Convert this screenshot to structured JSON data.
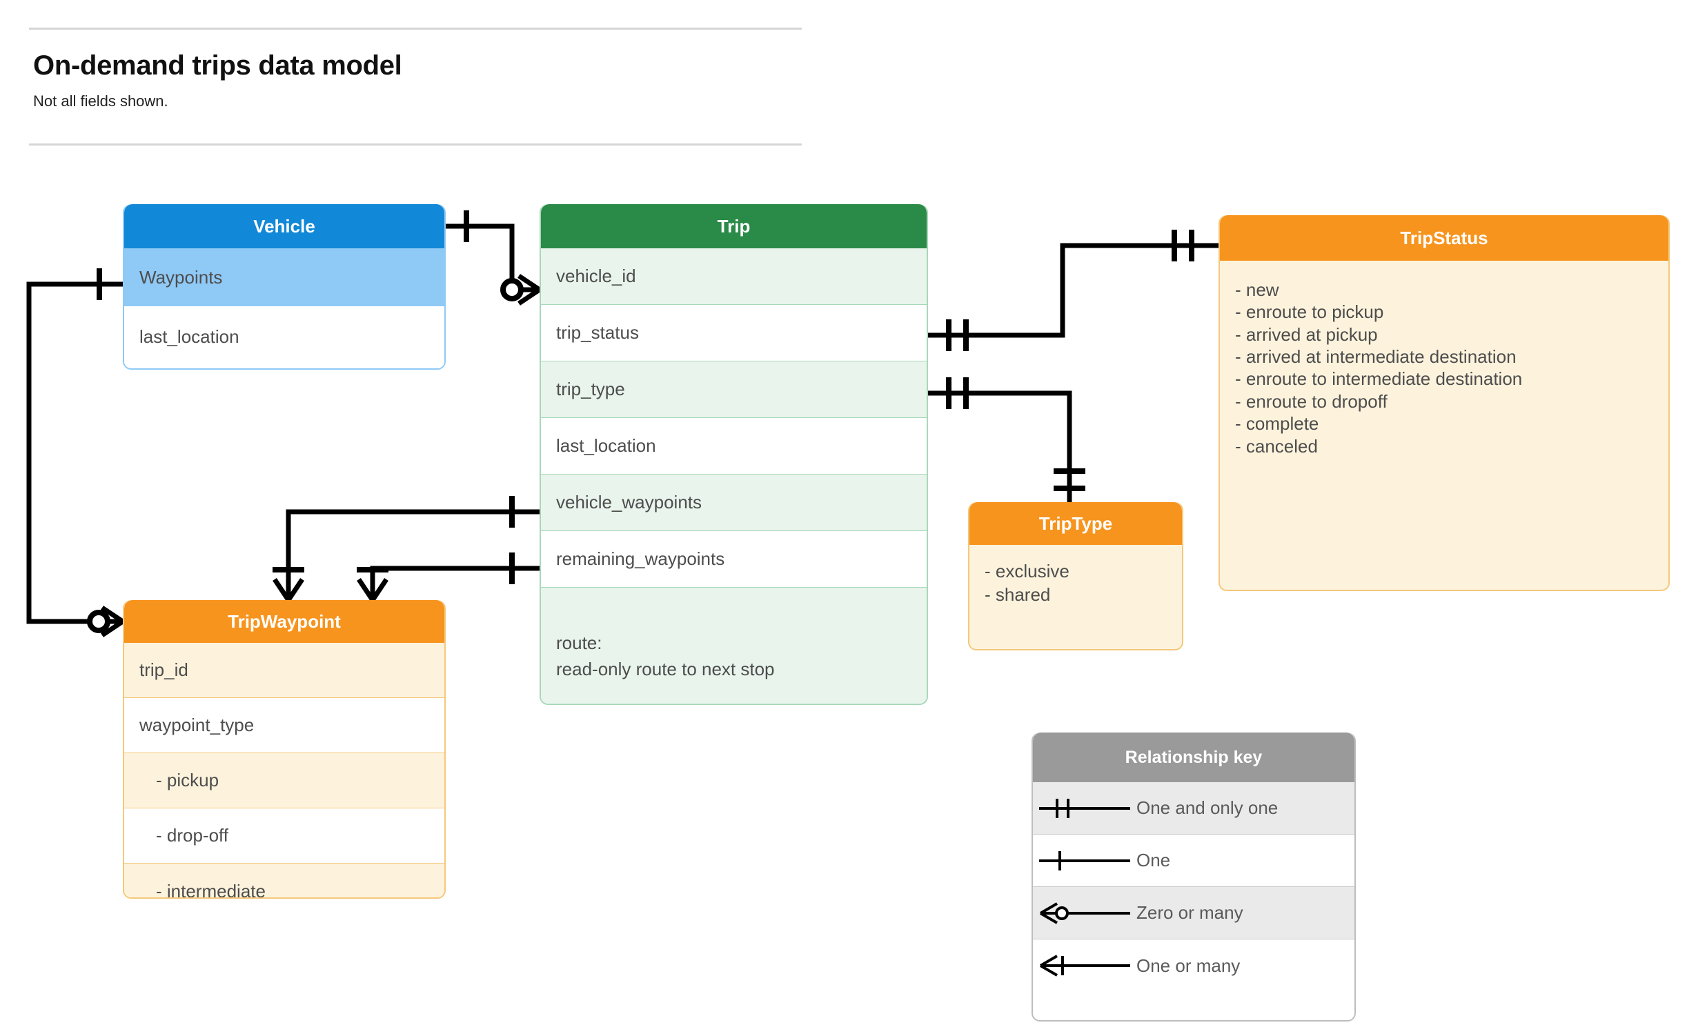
{
  "header": {
    "title": "On-demand trips data model",
    "subtitle": "Not all fields shown."
  },
  "entities": {
    "vehicle": {
      "name": "Vehicle",
      "header_color": "#1288d8",
      "rows": [
        {
          "label": "Waypoints"
        },
        {
          "label": "last_location"
        }
      ]
    },
    "trip": {
      "name": "Trip",
      "header_color": "#2a8a47",
      "rows": [
        {
          "label": "vehicle_id"
        },
        {
          "label": "trip_status"
        },
        {
          "label": "trip_type"
        },
        {
          "label": "last_location"
        },
        {
          "label": "vehicle_waypoints"
        },
        {
          "label": "remaining_waypoints"
        },
        {
          "label": "route:",
          "label2": "read-only route to next stop"
        }
      ]
    },
    "trip_status": {
      "name": "TripStatus",
      "header_color": "#f7941e",
      "values": [
        "- new",
        "- enroute to pickup",
        "- arrived at pickup",
        "- arrived at intermediate destination",
        "- enroute to intermediate destination",
        "- enroute to dropoff",
        "- complete",
        "- canceled"
      ]
    },
    "trip_type": {
      "name": "TripType",
      "header_color": "#f7941e",
      "values": [
        "- exclusive",
        "- shared"
      ]
    },
    "trip_waypoint": {
      "name": "TripWaypoint",
      "header_color": "#f7941e",
      "rows": [
        {
          "label": "trip_id"
        },
        {
          "label": "waypoint_type"
        },
        {
          "label": "-  pickup"
        },
        {
          "label": "-  drop-off"
        },
        {
          "label": "-  intermediate"
        }
      ]
    }
  },
  "relationship_key": {
    "title": "Relationship key",
    "header_color": "#9a9a9a",
    "items": [
      {
        "notation": "one-and-only-one",
        "label": "One and only one"
      },
      {
        "notation": "one",
        "label": "One"
      },
      {
        "notation": "zero-or-many",
        "label": "Zero or many"
      },
      {
        "notation": "one-or-many",
        "label": "One or many"
      }
    ]
  },
  "relationships": [
    {
      "from": "Vehicle",
      "from_cardinality": "one",
      "to": "Trip.vehicle_id",
      "to_cardinality": "zero-or-many"
    },
    {
      "from": "Vehicle.Waypoints",
      "from_cardinality": "one",
      "to": "TripWaypoint",
      "to_cardinality": "zero-or-many"
    },
    {
      "from": "Trip.trip_status",
      "from_cardinality": "one-and-only-one",
      "to": "TripStatus",
      "to_cardinality": "one-and-only-one"
    },
    {
      "from": "Trip.trip_type",
      "from_cardinality": "one-and-only-one",
      "to": "TripType",
      "to_cardinality": "one-and-only-one"
    },
    {
      "from": "Trip.vehicle_waypoints",
      "from_cardinality": "one",
      "to": "TripWaypoint",
      "to_cardinality": "one-or-many"
    },
    {
      "from": "Trip.remaining_waypoints",
      "from_cardinality": "one",
      "to": "TripWaypoint",
      "to_cardinality": "one-or-many"
    }
  ]
}
